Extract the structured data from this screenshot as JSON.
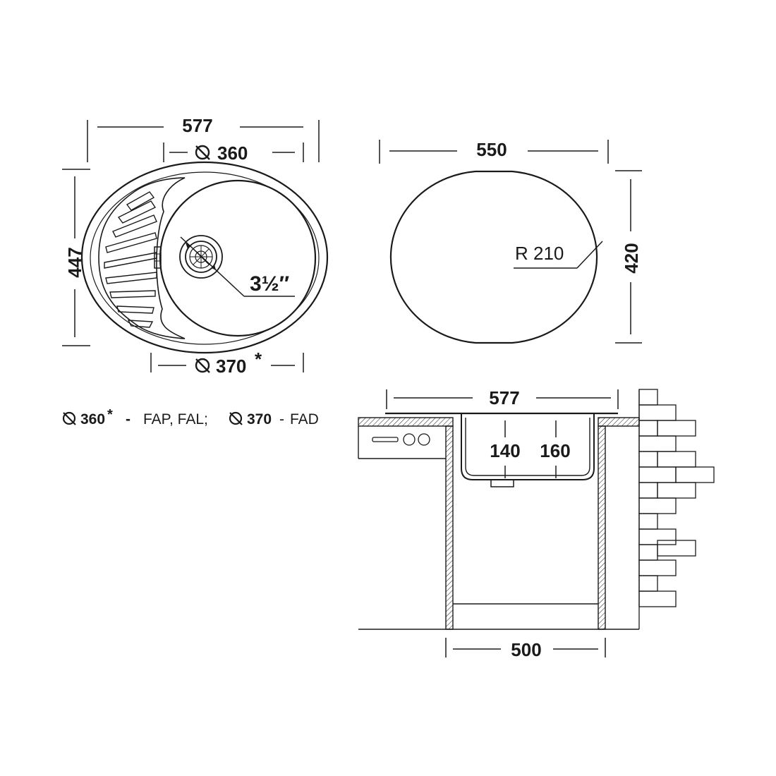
{
  "top_view": {
    "overall_width": "577",
    "overall_depth": "447",
    "bowl_diameter_top": "360",
    "bowl_diameter_bottom": "370",
    "bottom_asterisk": "*",
    "drain_size": "3½″"
  },
  "cutout": {
    "width": "550",
    "depth": "420",
    "radius": "R 210"
  },
  "section": {
    "top_width": "577",
    "depth_1": "140",
    "depth_2": "160",
    "cabinet_width": "500"
  },
  "legend": {
    "item1_value": "360",
    "item1_mark": "*",
    "item1_sep": "-",
    "item1_text": "FAP, FAL;",
    "item2_value": "370",
    "item2_sep": "-",
    "item2_text": "FAD"
  },
  "colors": {
    "line": "#1a1a1a",
    "background": "#ffffff"
  }
}
